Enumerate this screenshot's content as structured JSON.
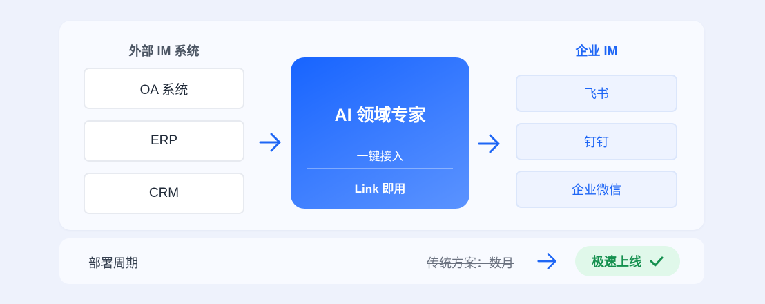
{
  "left": {
    "title": "外部 IM 系统",
    "items": [
      "OA 系统",
      "ERP",
      "CRM"
    ]
  },
  "center": {
    "title": "AI 领域专家",
    "subtitle": "一键接入",
    "bottom": "Link 即用"
  },
  "right": {
    "title": "企业 IM",
    "items": [
      "飞书",
      "钉钉",
      "企业微信"
    ]
  },
  "bottom": {
    "label": "部署周期",
    "old": "传统方案：数月",
    "new": "极速上线"
  },
  "colors": {
    "accent": "#1e66f5",
    "success": "#15904f"
  }
}
